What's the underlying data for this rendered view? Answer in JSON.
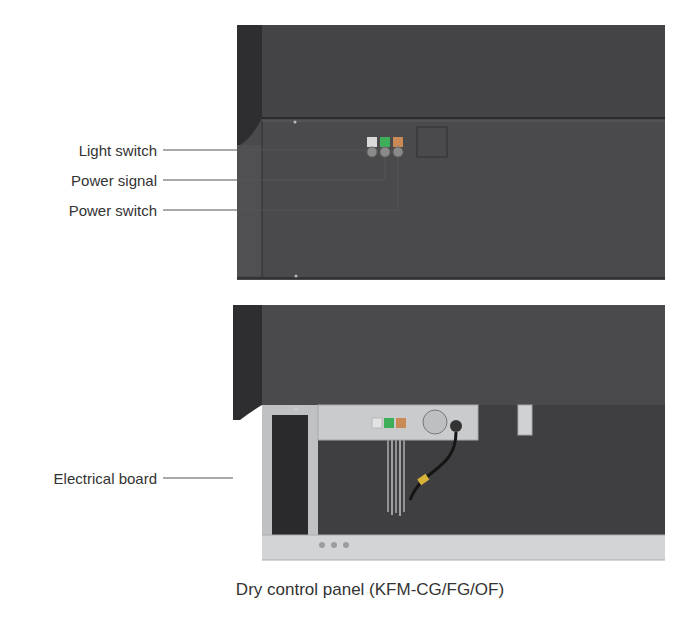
{
  "diagram": {
    "caption": "Dry control panel (KFM-CG/FG/OF)",
    "labels": [
      "Light switch",
      "Power signal",
      "Power switch",
      "Electrical board"
    ]
  }
}
